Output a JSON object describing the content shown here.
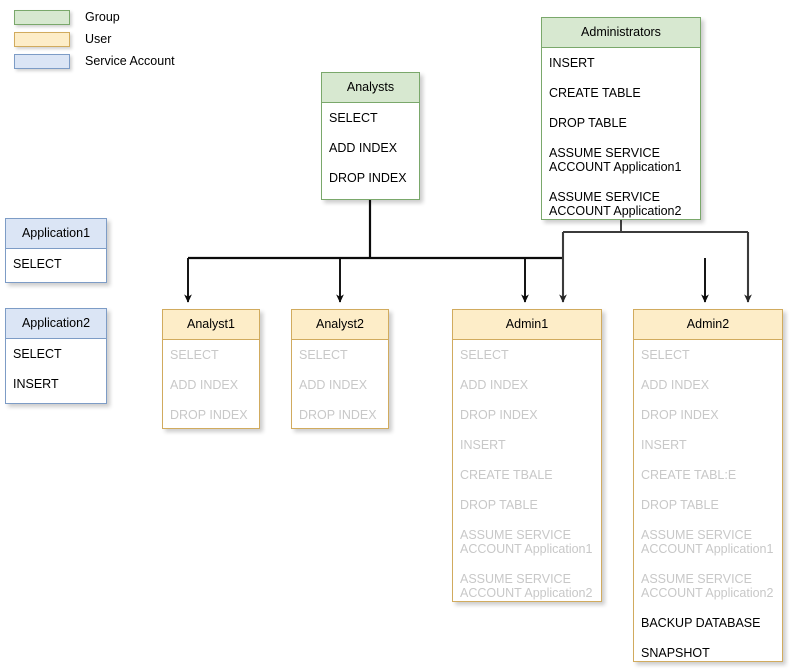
{
  "legend": {
    "items": [
      {
        "label": "Group",
        "fill": "#d7e8d0",
        "stroke": "#7aa86b"
      },
      {
        "label": "User",
        "fill": "#fdedc8",
        "stroke": "#d1ab5e"
      },
      {
        "label": "Service Account",
        "fill": "#dbe5f5",
        "stroke": "#7d9cc6"
      }
    ]
  },
  "groups": {
    "analysts": {
      "title": "Analysts",
      "permissions": [
        "SELECT",
        "ADD INDEX",
        "DROP INDEX"
      ]
    },
    "administrators": {
      "title": "Administrators",
      "permissions": [
        "INSERT",
        "CREATE TABLE",
        "DROP TABLE",
        "ASSUME SERVICE\nACCOUNT Application1",
        "ASSUME SERVICE\nACCOUNT Application2"
      ]
    }
  },
  "service_accounts": {
    "application1": {
      "title": "Application1",
      "permissions": [
        "SELECT"
      ]
    },
    "application2": {
      "title": "Application2",
      "permissions": [
        "SELECT",
        "INSERT"
      ]
    }
  },
  "users": {
    "analyst1": {
      "title": "Analyst1",
      "permissions": [
        {
          "text": "SELECT",
          "inherited": true
        },
        {
          "text": "ADD INDEX",
          "inherited": true
        },
        {
          "text": "DROP INDEX",
          "inherited": true
        }
      ]
    },
    "analyst2": {
      "title": "Analyst2",
      "permissions": [
        {
          "text": "SELECT",
          "inherited": true
        },
        {
          "text": "ADD INDEX",
          "inherited": true
        },
        {
          "text": "DROP INDEX",
          "inherited": true
        }
      ]
    },
    "admin1": {
      "title": "Admin1",
      "permissions": [
        {
          "text": "SELECT",
          "inherited": true
        },
        {
          "text": "ADD INDEX",
          "inherited": true
        },
        {
          "text": "DROP INDEX",
          "inherited": true
        },
        {
          "text": "INSERT",
          "inherited": true
        },
        {
          "text": "CREATE TBALE",
          "inherited": true
        },
        {
          "text": "DROP TABLE",
          "inherited": true
        },
        {
          "text": "ASSUME SERVICE\nACCOUNT Application1",
          "inherited": true
        },
        {
          "text": "ASSUME SERVICE\nACCOUNT Application2",
          "inherited": true
        }
      ]
    },
    "admin2": {
      "title": "Admin2",
      "permissions": [
        {
          "text": "SELECT",
          "inherited": true
        },
        {
          "text": "ADD INDEX",
          "inherited": true
        },
        {
          "text": "DROP INDEX",
          "inherited": true
        },
        {
          "text": "INSERT",
          "inherited": true
        },
        {
          "text": "CREATE TABL:E",
          "inherited": true
        },
        {
          "text": "DROP TABLE",
          "inherited": true
        },
        {
          "text": "ASSUME SERVICE\nACCOUNT Application1",
          "inherited": true
        },
        {
          "text": "ASSUME SERVICE\nACCOUNT Application2",
          "inherited": true
        },
        {
          "text": "BACKUP DATABASE",
          "inherited": false
        },
        {
          "text": "SNAPSHOT",
          "inherited": false
        }
      ]
    }
  },
  "connections": {
    "analysts_to": [
      "Analyst1",
      "Analyst2",
      "Admin1",
      "Admin2"
    ],
    "administrators_to": [
      "Admin1",
      "Admin2"
    ]
  }
}
